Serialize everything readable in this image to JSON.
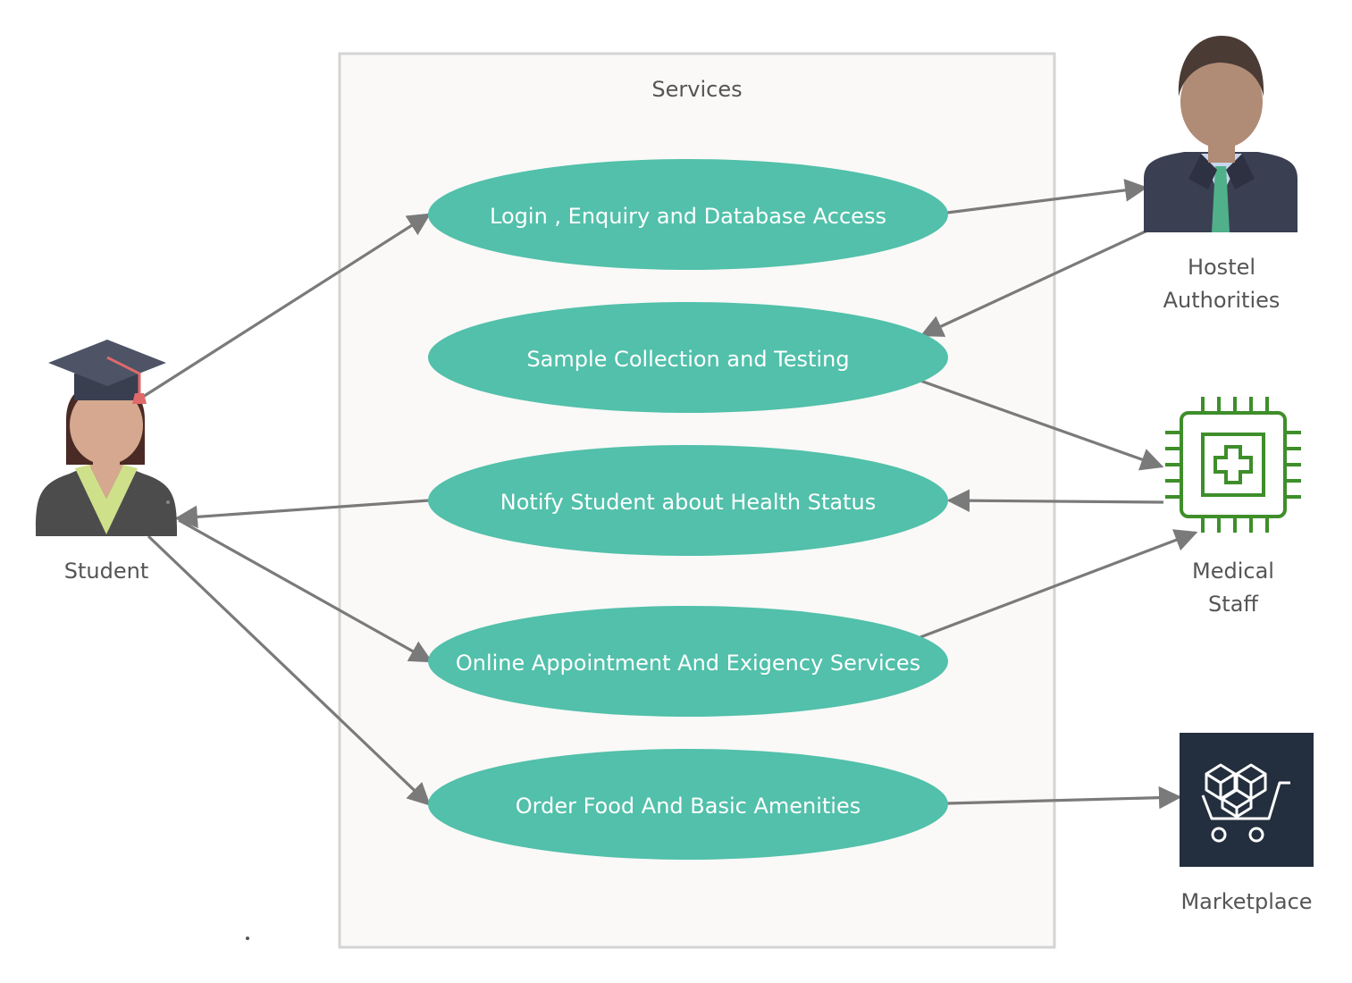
{
  "system": {
    "title": "Services"
  },
  "use_cases": [
    {
      "id": "uc1",
      "label": "Login , Enquiry and Database Access"
    },
    {
      "id": "uc2",
      "label": "Sample Collection and Testing"
    },
    {
      "id": "uc3",
      "label": "Notify Student about Health Status"
    },
    {
      "id": "uc4",
      "label": "Online Appointment And Exigency Services"
    },
    {
      "id": "uc5",
      "label": "Order Food And Basic Amenities"
    }
  ],
  "actors": {
    "student": {
      "label": "Student",
      "icon": "graduate-student-icon"
    },
    "hostel": {
      "label_line1": "Hostel",
      "label_line2": "Authorities",
      "icon": "businessman-icon"
    },
    "medical": {
      "label_line1": "Medical",
      "label_line2": "Staff",
      "icon": "medical-chip-icon"
    },
    "marketplace": {
      "label": "Marketplace",
      "icon": "shopping-cart-boxes-icon"
    }
  },
  "connections": [
    {
      "from": "student",
      "to": "uc1"
    },
    {
      "from": "uc1",
      "to": "hostel"
    },
    {
      "from": "hostel",
      "to": "uc2"
    },
    {
      "from": "uc2",
      "to": "medical"
    },
    {
      "from": "medical",
      "to": "uc3"
    },
    {
      "from": "uc3",
      "to": "student"
    },
    {
      "from": "student",
      "to": "uc4"
    },
    {
      "from": "uc4",
      "to": "medical"
    },
    {
      "from": "student",
      "to": "uc5"
    },
    {
      "from": "uc5",
      "to": "marketplace"
    }
  ],
  "colors": {
    "use_case_fill": "#52c0aa",
    "edge": "#7a7a7a",
    "medical_green": "#3e8e2a",
    "marketplace_bg": "#232f3e"
  }
}
